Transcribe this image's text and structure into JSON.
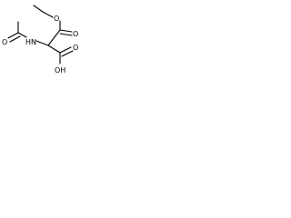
{
  "structure": {
    "atoms": [
      {
        "id": "ester_o",
        "label": "O"
      },
      {
        "id": "carbonyl_o_top",
        "label": "O"
      },
      {
        "id": "amide_n",
        "label": "HN"
      },
      {
        "id": "amide_o",
        "label": "O"
      },
      {
        "id": "acid_o",
        "label": "O"
      },
      {
        "id": "acid_oh",
        "label": "OH"
      }
    ]
  },
  "colors": {
    "bond": "#000000",
    "label": "#000000",
    "background": "#ffffff"
  }
}
